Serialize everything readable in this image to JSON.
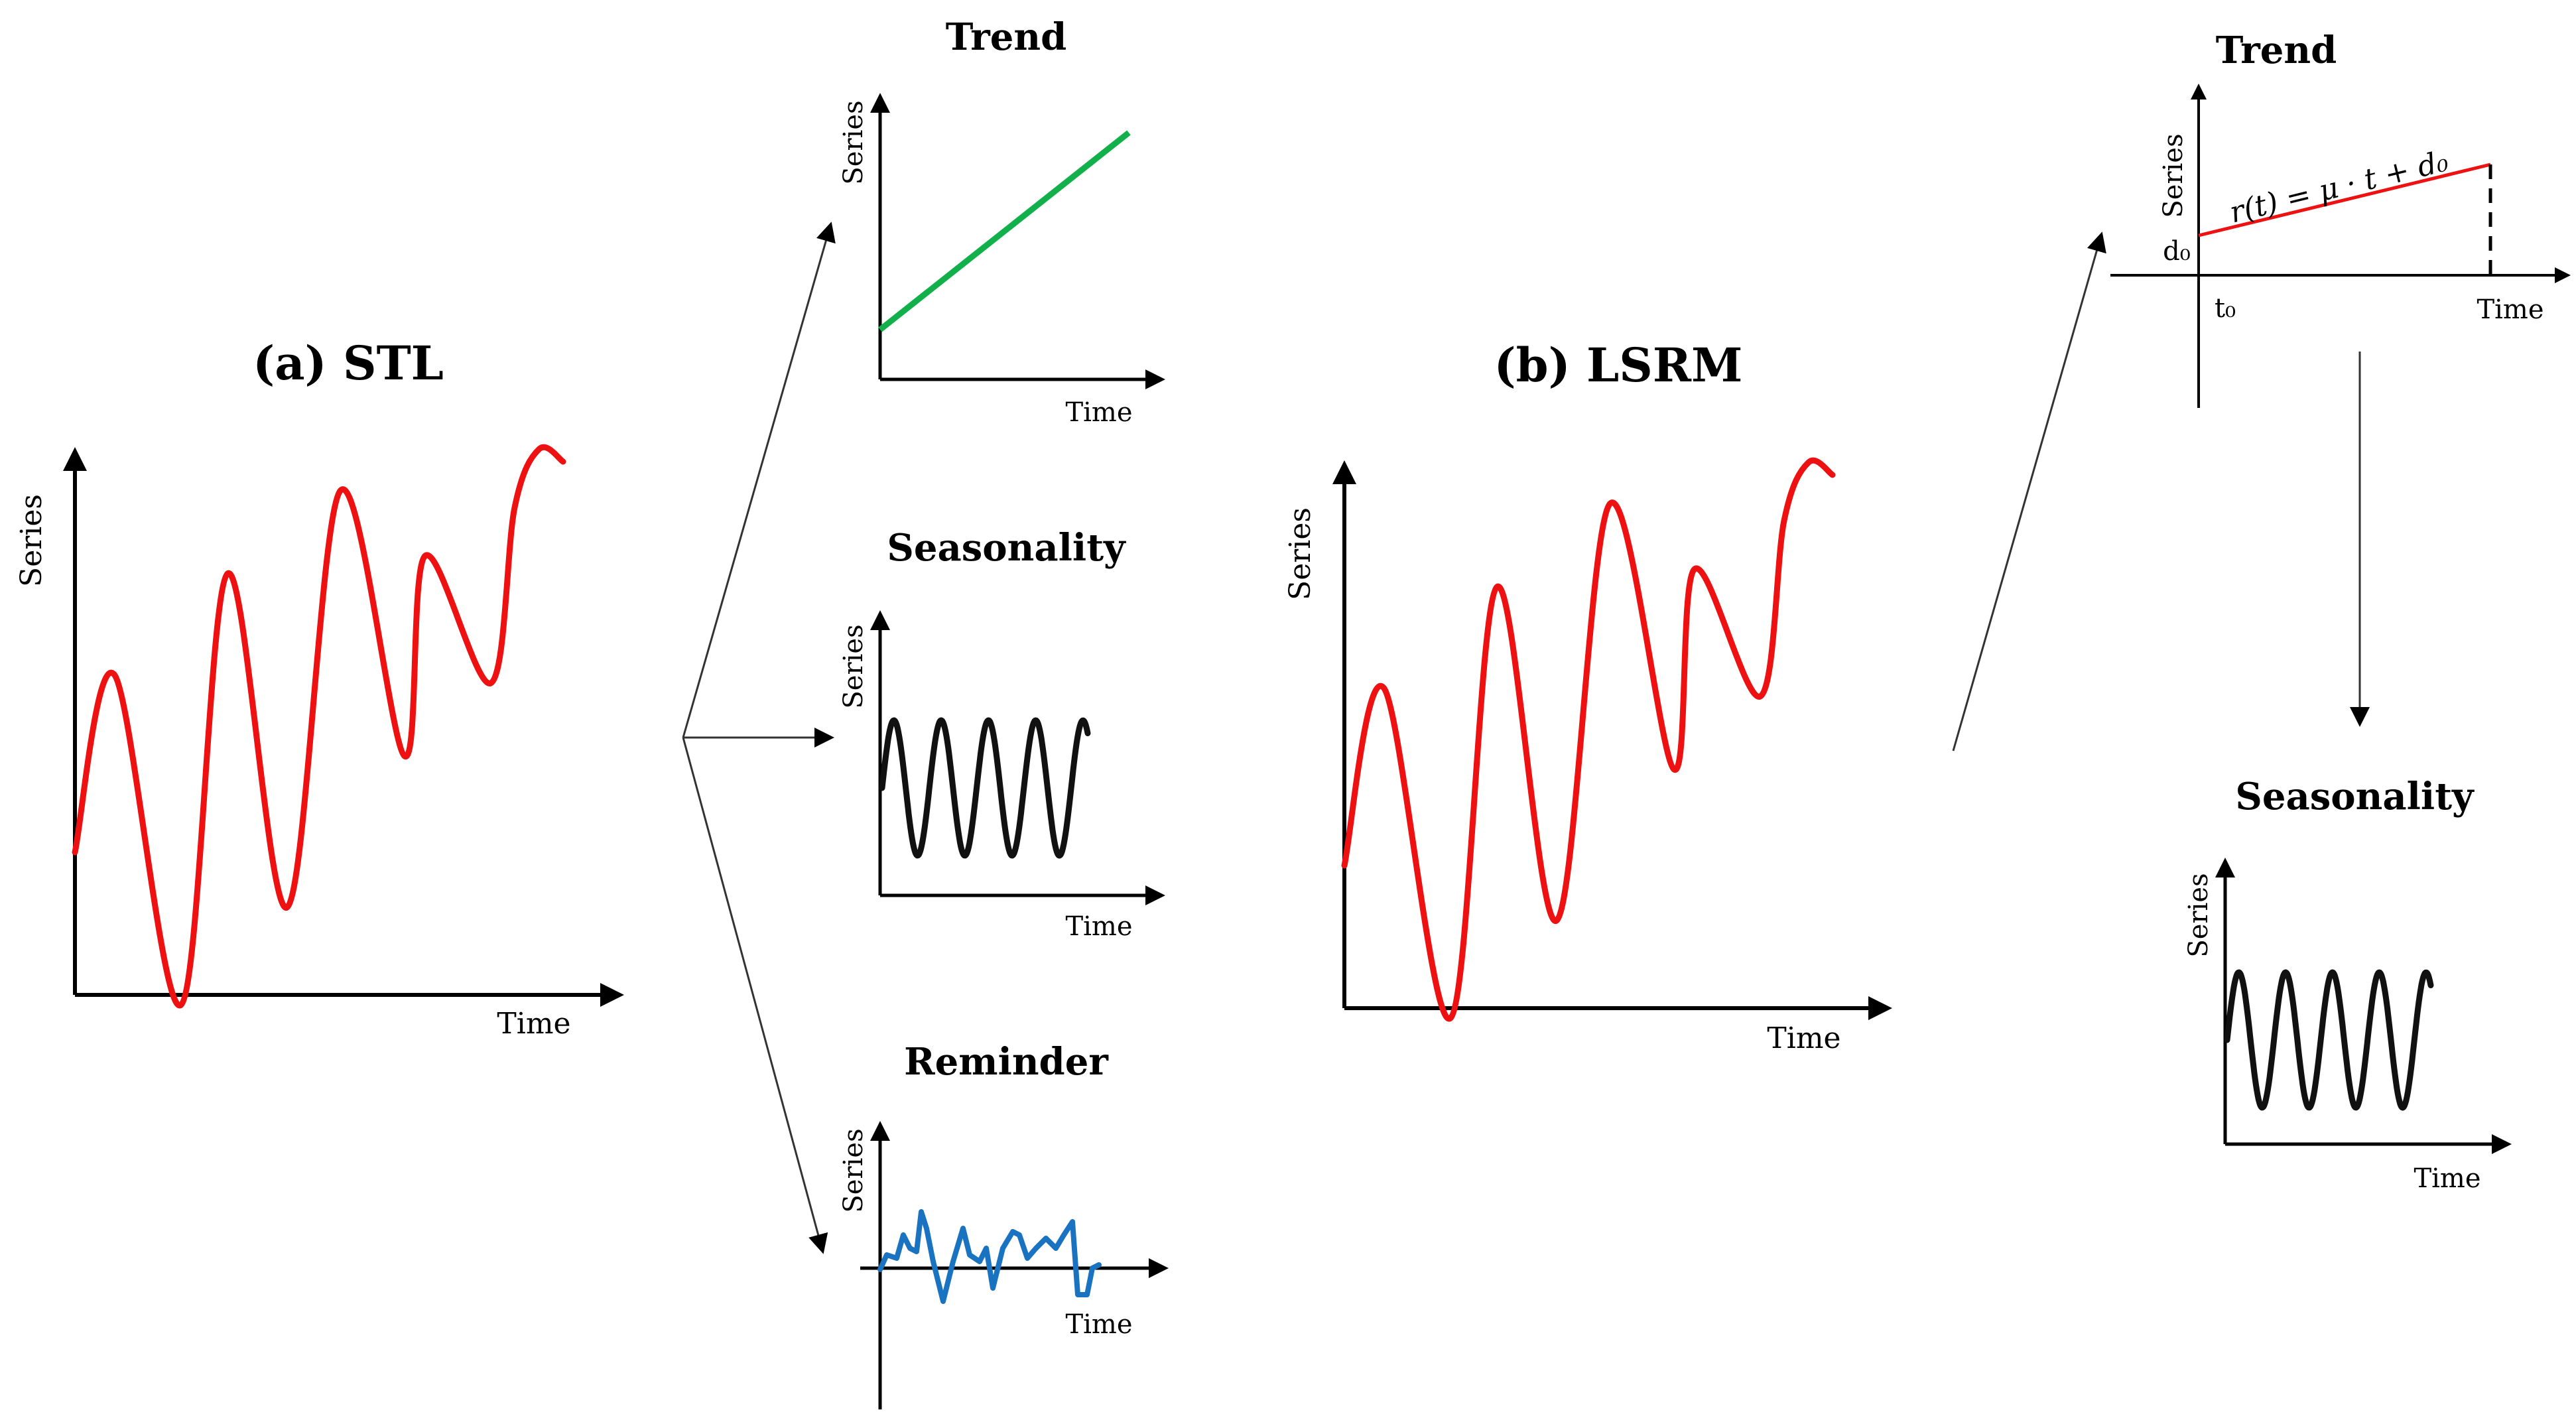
{
  "colors": {
    "main_series": "#ee1111",
    "trend_line": "#11b04b",
    "seasonality_line": "#111111",
    "reminder_line": "#1a73c0",
    "lsrm_trend": "#ee1111",
    "axis": "#000000"
  },
  "panel_a": {
    "title": "(a) STL",
    "xlabel": "Time",
    "ylabel": "Series",
    "trend": {
      "title": "Trend",
      "xlabel": "Time",
      "ylabel": "Series"
    },
    "seasonality": {
      "title": "Seasonality",
      "xlabel": "Time",
      "ylabel": "Series"
    },
    "reminder": {
      "title": "Reminder",
      "xlabel": "Time",
      "ylabel": "Series"
    }
  },
  "panel_b": {
    "title": "(b) LSRM",
    "xlabel": "Time",
    "ylabel": "Series",
    "trend": {
      "title": "Trend",
      "xlabel": "Time",
      "ylabel": "Series",
      "equation": "r(t) = μ · t + d₀",
      "intercept_label": "d₀",
      "origin_label": "t₀"
    },
    "seasonality": {
      "title": "Seasonality",
      "xlabel": "Time",
      "ylabel": "Series"
    }
  }
}
